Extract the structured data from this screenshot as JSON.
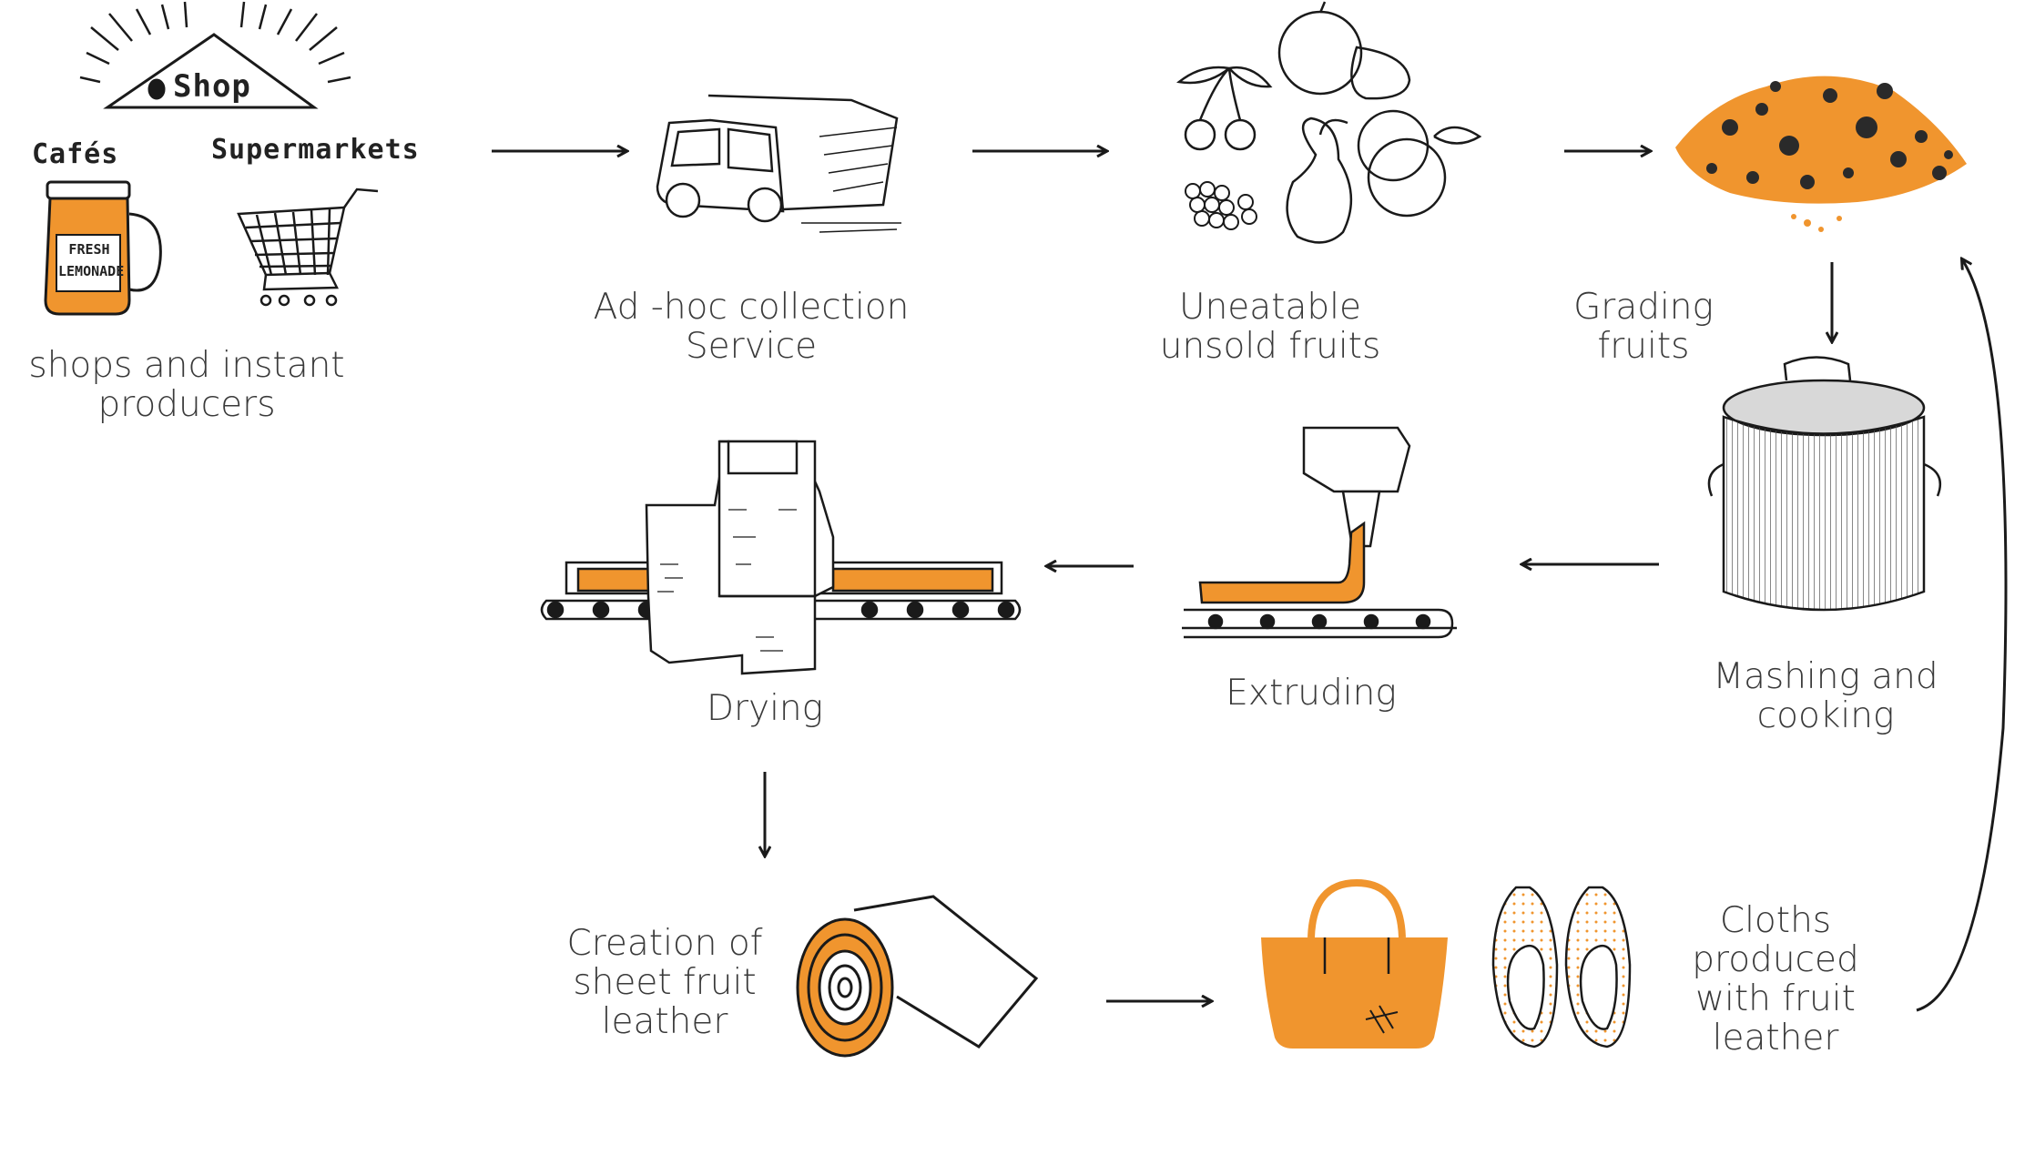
{
  "labels": {
    "shop_sign": "Shop",
    "cafes": "Cafés",
    "supermarkets": "Supermarkets",
    "jar_text": "FRESH\nLEMONADE"
  },
  "steps": {
    "shops": "shops and instant\nproducers",
    "collection": "Ad -hoc collection\nService",
    "uneatable": "Uneatable\nunsold fruits",
    "grading": "Grading\nfruits",
    "mashing": "Mashing and\ncooking",
    "extruding": "Extruding",
    "drying": "Drying",
    "creation": "Creation of\nsheet fruit\nleather",
    "cloths": "Cloths\nproduced\nwith fruit\nleather"
  },
  "colors": {
    "accent": "#f0952e",
    "ink": "#1a1a1a",
    "text": "#3a3a3a"
  }
}
